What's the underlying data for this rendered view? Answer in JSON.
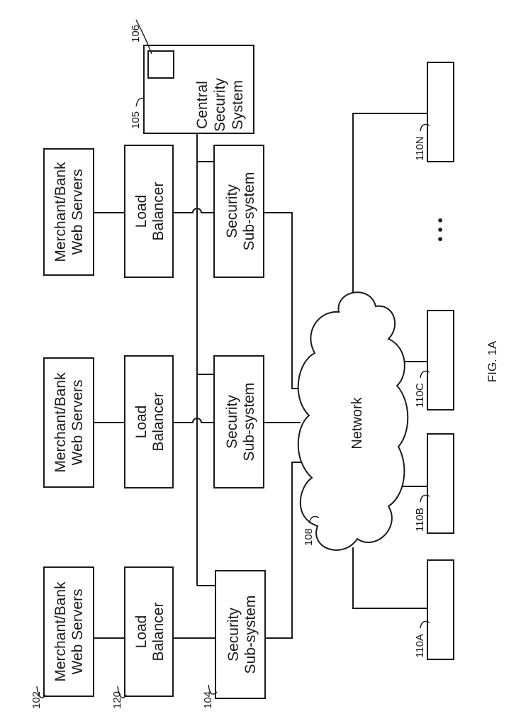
{
  "nodes": {
    "web_servers": [
      {
        "line1": "Merchant/Bank",
        "line2": "Web Servers"
      },
      {
        "line1": "Merchant/Bank",
        "line2": "Web Servers"
      },
      {
        "line1": "Merchant/Bank",
        "line2": "Web Servers"
      }
    ],
    "load_balancers": [
      {
        "line1": "Load",
        "line2": "Balancer"
      },
      {
        "line1": "Load",
        "line2": "Balancer"
      },
      {
        "line1": "Load",
        "line2": "Balancer"
      }
    ],
    "security_subsystems": [
      {
        "line1": "Security",
        "line2": "Sub-system"
      },
      {
        "line1": "Security",
        "line2": "Sub-system"
      },
      {
        "line1": "Security",
        "line2": "Sub-system"
      }
    ],
    "central": {
      "line1": "Central",
      "line2": "Security",
      "line3": "System"
    },
    "network": "Network",
    "ellipsis": "• • •"
  },
  "refs": {
    "web_server": "102",
    "load_balancer": "120",
    "security_subsystem": "104",
    "central": "105",
    "central_inner": "106",
    "network": "108",
    "client_a": "110A",
    "client_b": "110B",
    "client_c": "110C",
    "client_n": "110N"
  },
  "figure_label": "FIG. 1A"
}
